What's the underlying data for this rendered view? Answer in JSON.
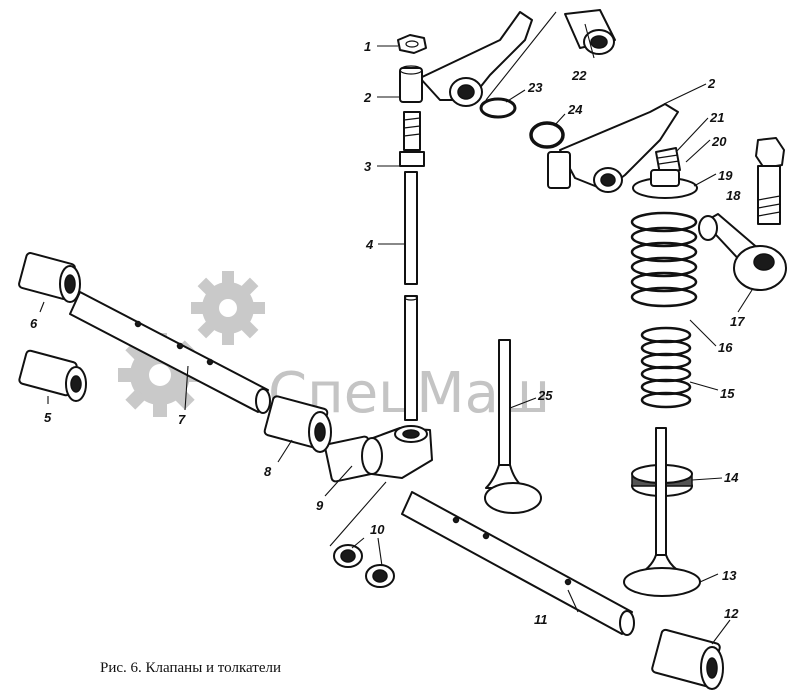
{
  "caption": "Рис. 6. Клапаны и толкатели",
  "watermark": "СпецМаш",
  "callouts": [
    {
      "id": "1",
      "label": "1"
    },
    {
      "id": "2a",
      "label": "2"
    },
    {
      "id": "2b",
      "label": "2"
    },
    {
      "id": "3",
      "label": "3"
    },
    {
      "id": "4",
      "label": "4"
    },
    {
      "id": "5",
      "label": "5"
    },
    {
      "id": "6",
      "label": "6"
    },
    {
      "id": "7",
      "label": "7"
    },
    {
      "id": "8",
      "label": "8"
    },
    {
      "id": "9",
      "label": "9"
    },
    {
      "id": "10",
      "label": "10"
    },
    {
      "id": "11",
      "label": "11"
    },
    {
      "id": "12",
      "label": "12"
    },
    {
      "id": "13",
      "label": "13"
    },
    {
      "id": "14",
      "label": "14"
    },
    {
      "id": "15",
      "label": "15"
    },
    {
      "id": "16",
      "label": "16"
    },
    {
      "id": "17",
      "label": "17"
    },
    {
      "id": "18",
      "label": "18"
    },
    {
      "id": "19",
      "label": "19"
    },
    {
      "id": "20",
      "label": "20"
    },
    {
      "id": "21",
      "label": "21"
    },
    {
      "id": "22",
      "label": "22"
    },
    {
      "id": "23",
      "label": "23"
    },
    {
      "id": "24",
      "label": "24"
    },
    {
      "id": "25",
      "label": "25"
    }
  ]
}
